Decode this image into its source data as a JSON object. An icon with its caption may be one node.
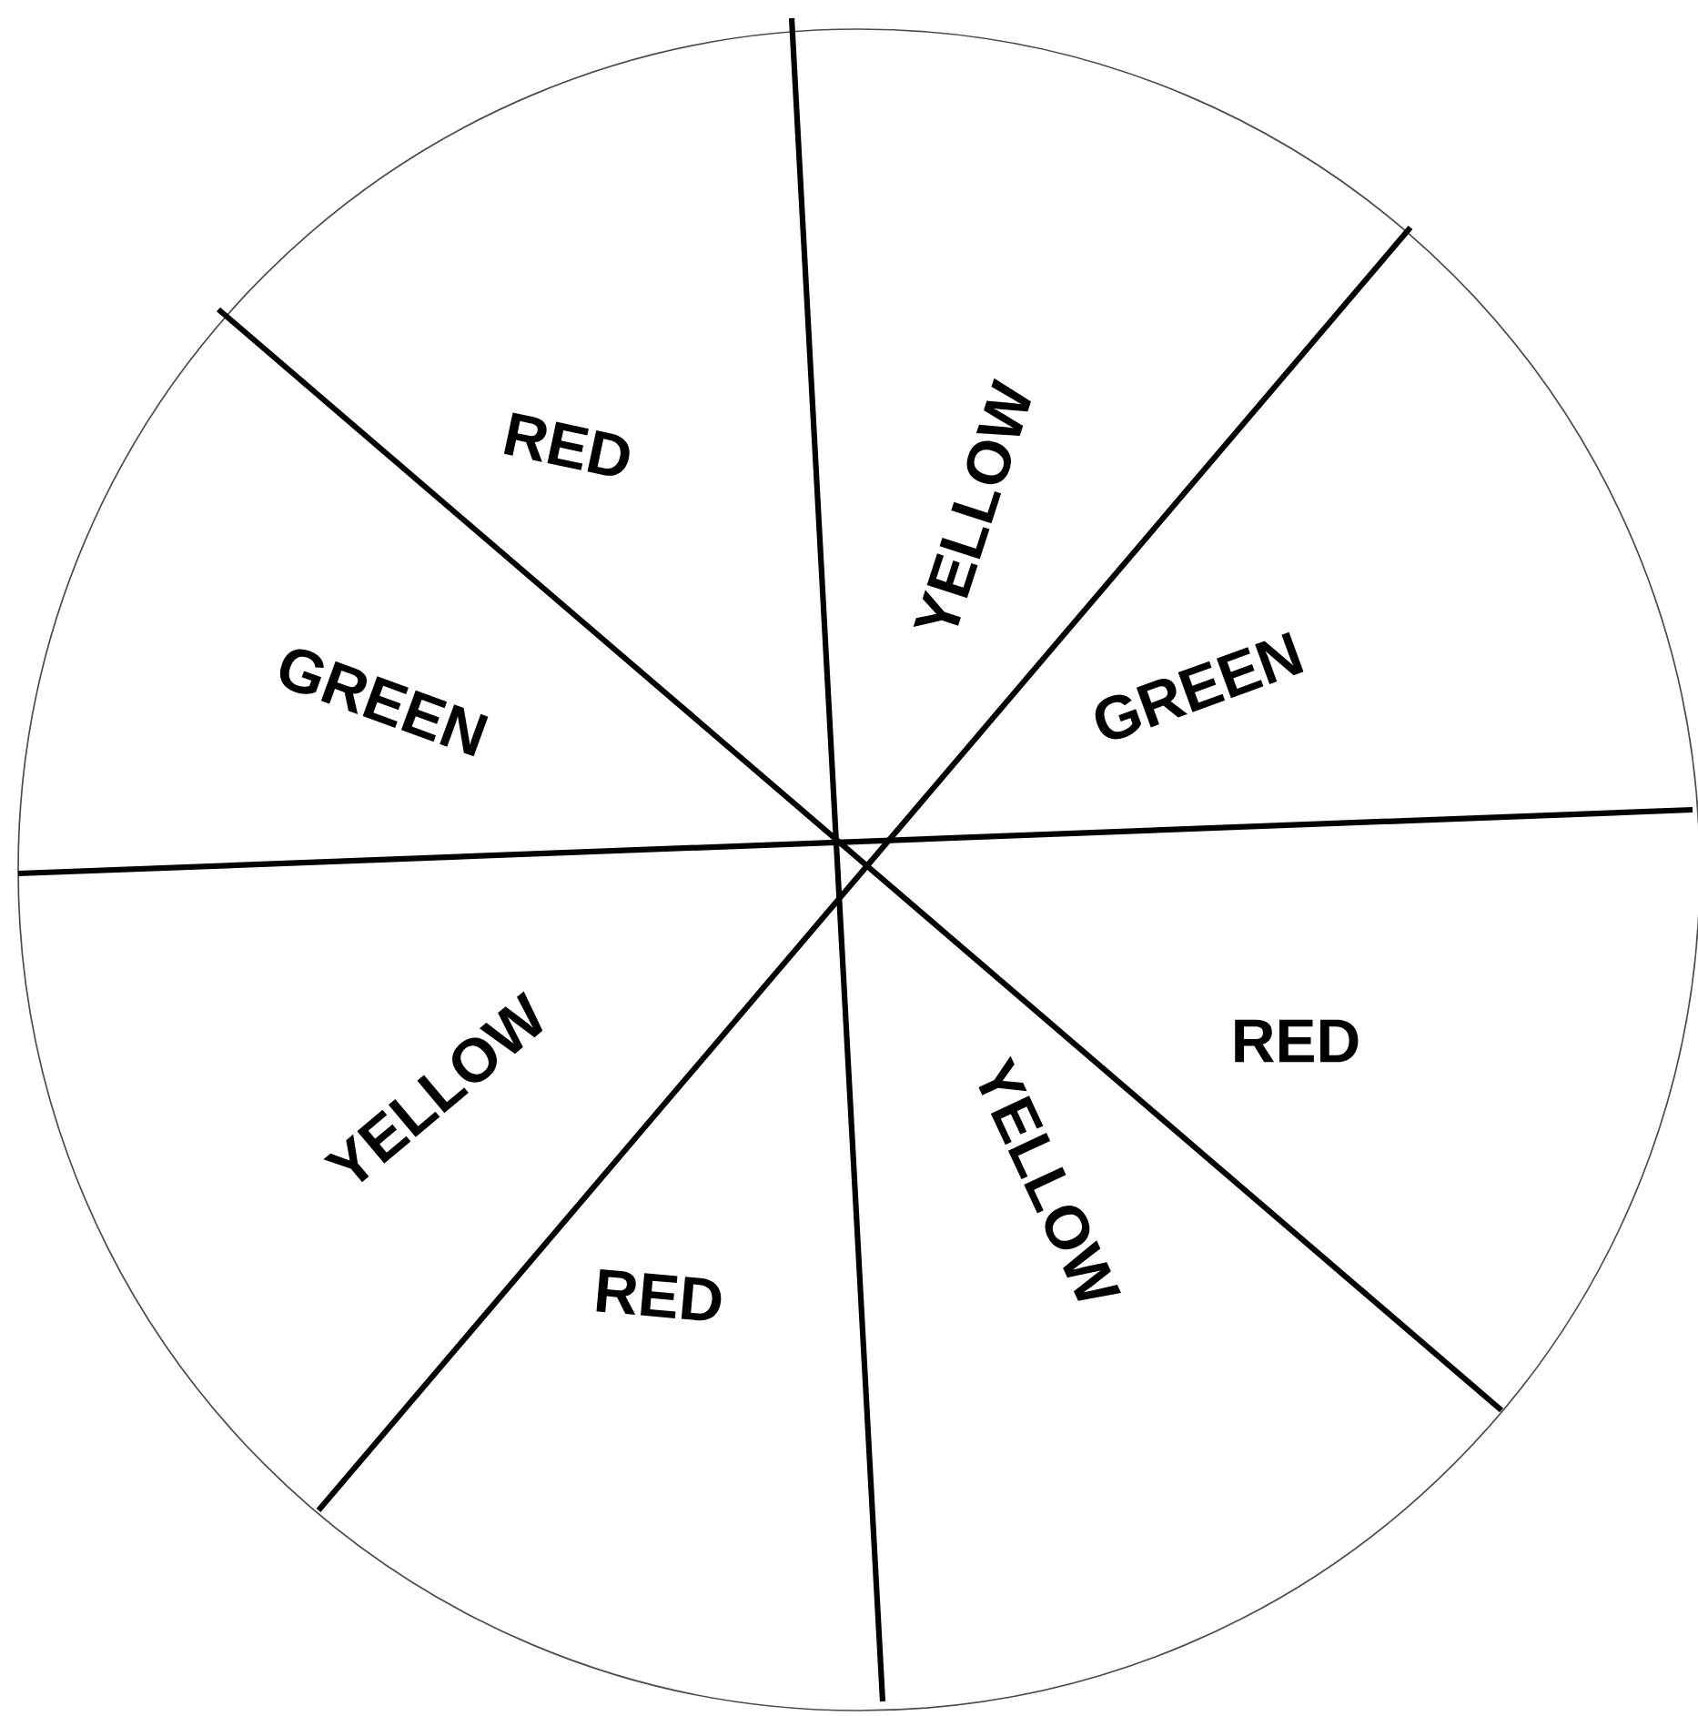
{
  "diagram": {
    "labels": [
      "RED",
      "YELLOW",
      "GREEN",
      "GREEN",
      "RED",
      "YELLOW",
      "YELLOW",
      "RED"
    ]
  }
}
